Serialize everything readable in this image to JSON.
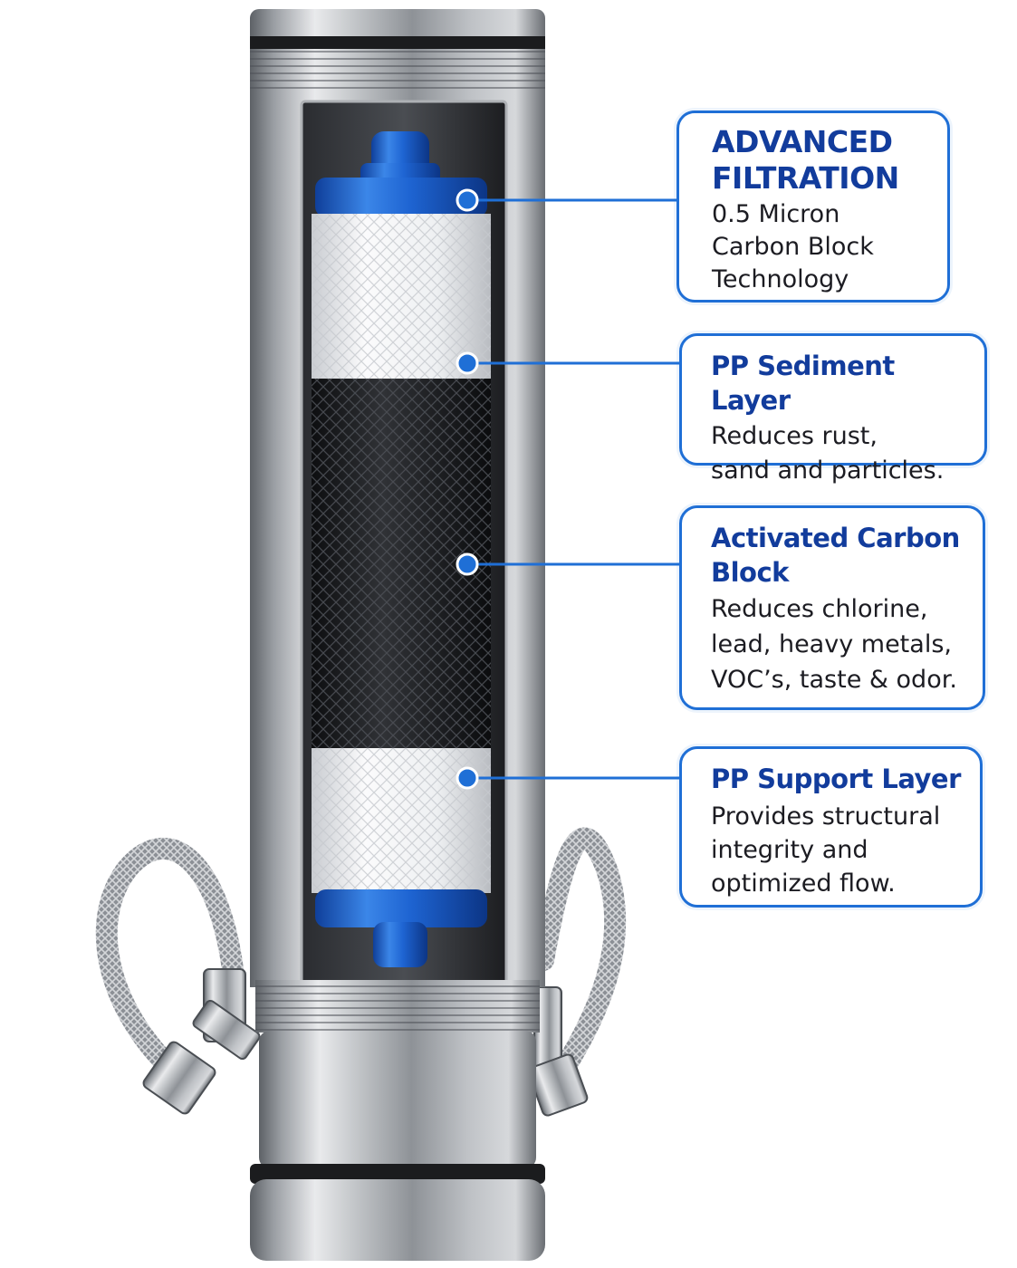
{
  "callouts": [
    {
      "id": "advanced-filtration",
      "title": "ADVANCED\nFILTRATION",
      "body": "0.5 Micron\nCarbon Block\nTechnology"
    },
    {
      "id": "pp-sediment-layer",
      "title": "PP Sediment Layer",
      "body": "Reduces rust,\nsand and particles."
    },
    {
      "id": "activated-carbon-block",
      "title": "Activated Carbon\nBlock",
      "body": "Reduces chlorine,\nlead, heavy metals,\nVOC’s, taste & odor."
    },
    {
      "id": "pp-support-layer",
      "title": "PP Support Layer",
      "body": "Provides structural\nintegrity and\noptimized flow."
    }
  ],
  "colors": {
    "accent_blue": "#1f6fd6",
    "title_navy": "#123c9c",
    "end_cap_blue": "#1e64d2",
    "steel": "#b9bcc0",
    "carbon_black": "#1b1c1f",
    "sediment_white": "#f2f3f5"
  },
  "icons": [
    "steel-housing",
    "braided-hose-icon",
    "hose-connector-icon",
    "filter-cartridge"
  ]
}
